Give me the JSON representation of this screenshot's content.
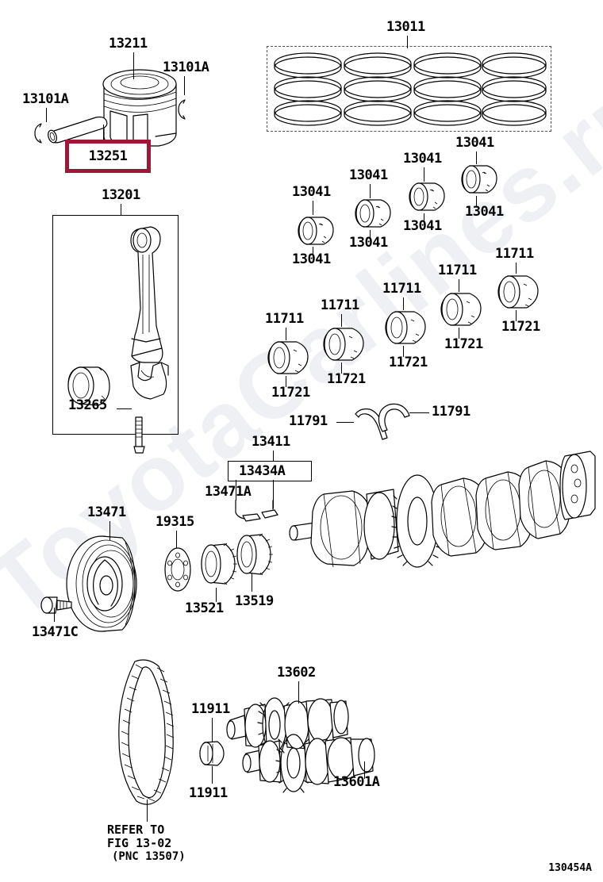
{
  "diagram": {
    "code": "130454A",
    "watermark": "ToyotaCarlines.ru",
    "note_line1": "REFER TO",
    "note_line2": "FIG 13-02",
    "note_line3": "(PNC 13507)",
    "highlight_color": "#9e1638"
  },
  "highlighted_part": {
    "number": "13251"
  },
  "parts": {
    "piston": "13211",
    "snap_ring_left": "13101A",
    "snap_ring_right": "13101A",
    "piston_pin": "13251",
    "ring_set": "13011",
    "rod_assembly": "13201",
    "rod_bolt": "13265",
    "rod_bearing": "13041",
    "main_bearing_upper": "11711",
    "main_bearing_lower": "11721",
    "thrust_washer": "11791",
    "crankshaft": "13411",
    "crank_key_a": "13434A",
    "crank_key_b": "13471A",
    "crank_pulley": "13471",
    "pulley_bolt": "13471C",
    "pulley_plate": "19315",
    "sprocket_13521": "13521",
    "sprocket_13519": "13519",
    "balance_shaft_bushing": "11911",
    "balance_shaft_driven": "13602",
    "balance_shaft_drive": "13601A"
  },
  "labels": [
    {
      "id": "l-13211",
      "text": "13211"
    },
    {
      "id": "l-13101A-r",
      "text": "13101A"
    },
    {
      "id": "l-13101A-l",
      "text": "13101A"
    },
    {
      "id": "l-13011",
      "text": "13011"
    },
    {
      "id": "l-13201",
      "text": "13201"
    },
    {
      "id": "l-13265",
      "text": "13265"
    },
    {
      "id": "l-13041-1t",
      "text": "13041"
    },
    {
      "id": "l-13041-1b",
      "text": "13041"
    },
    {
      "id": "l-13041-2t",
      "text": "13041"
    },
    {
      "id": "l-13041-2b",
      "text": "13041"
    },
    {
      "id": "l-13041-3t",
      "text": "13041"
    },
    {
      "id": "l-13041-3b",
      "text": "13041"
    },
    {
      "id": "l-13041-4t",
      "text": "13041"
    },
    {
      "id": "l-13041-4b",
      "text": "13041"
    },
    {
      "id": "l-11711-1",
      "text": "11711"
    },
    {
      "id": "l-11721-1",
      "text": "11721"
    },
    {
      "id": "l-11711-2",
      "text": "11711"
    },
    {
      "id": "l-11721-2",
      "text": "11721"
    },
    {
      "id": "l-11711-3",
      "text": "11711"
    },
    {
      "id": "l-11721-3",
      "text": "11721"
    },
    {
      "id": "l-11711-4",
      "text": "11711"
    },
    {
      "id": "l-11721-4",
      "text": "11721"
    },
    {
      "id": "l-11711-5",
      "text": "11711"
    },
    {
      "id": "l-11721-5",
      "text": "11721"
    },
    {
      "id": "l-11791-1",
      "text": "11791"
    },
    {
      "id": "l-11791-2",
      "text": "11791"
    },
    {
      "id": "l-13411",
      "text": "13411"
    },
    {
      "id": "l-13434A",
      "text": "13434A"
    },
    {
      "id": "l-13471A",
      "text": "13471A"
    },
    {
      "id": "l-13471",
      "text": "13471"
    },
    {
      "id": "l-13471C",
      "text": "13471C"
    },
    {
      "id": "l-19315",
      "text": "19315"
    },
    {
      "id": "l-13521",
      "text": "13521"
    },
    {
      "id": "l-13519",
      "text": "13519"
    },
    {
      "id": "l-11911-t",
      "text": "11911"
    },
    {
      "id": "l-11911-b",
      "text": "11911"
    },
    {
      "id": "l-13602",
      "text": "13602"
    },
    {
      "id": "l-13601A",
      "text": "13601A"
    }
  ]
}
